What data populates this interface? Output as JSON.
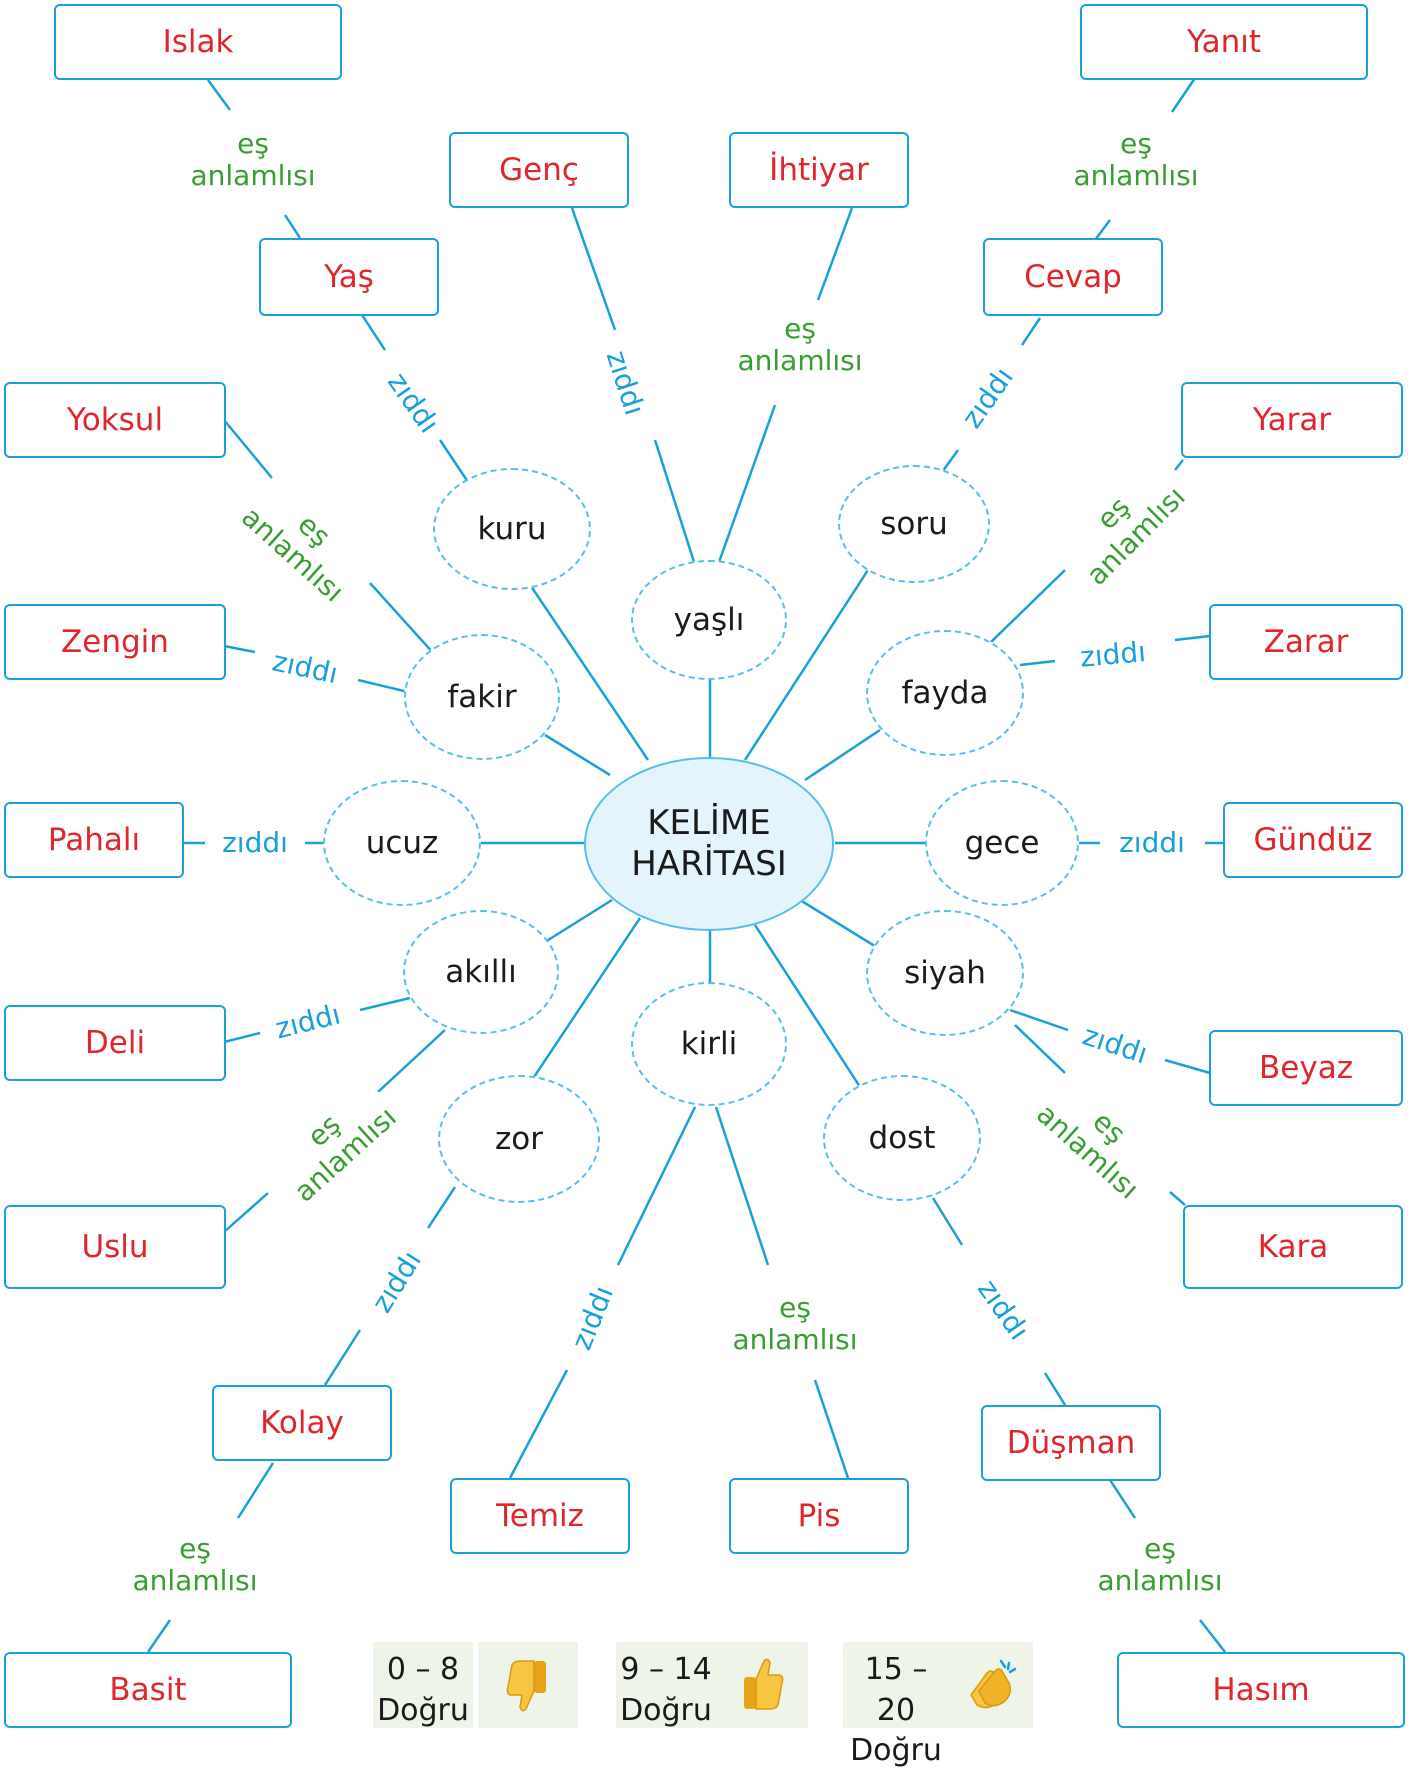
{
  "center": {
    "line1": "KELİME",
    "line2": "HARİTASI"
  },
  "ovals": {
    "kuru": "kuru",
    "yasli": "yaşlı",
    "soru": "soru",
    "fakir": "fakir",
    "fayda": "fayda",
    "ucuz": "ucuz",
    "gece": "gece",
    "akilli": "akıllı",
    "siyah": "siyah",
    "kirli": "kirli",
    "zor": "zor",
    "dost": "dost"
  },
  "boxes": {
    "islak": "Islak",
    "yas": "Yaş",
    "genc": "Genç",
    "ihtiyar": "İhtiyar",
    "cevap": "Cevap",
    "yanit": "Yanıt",
    "yoksul": "Yoksul",
    "yarar": "Yarar",
    "zengin": "Zengin",
    "zarar": "Zarar",
    "pahali": "Pahalı",
    "gunduz": "Gündüz",
    "deli": "Deli",
    "beyaz": "Beyaz",
    "uslu": "Uslu",
    "kara": "Kara",
    "kolay": "Kolay",
    "temiz": "Temiz",
    "pis": "Pis",
    "dusman": "Düşman",
    "basit": "Basit",
    "hasim": "Hasım"
  },
  "relations": {
    "synonym_line1": "eş",
    "synonym_line2": "anlamlısı",
    "antonym": "zıddı"
  },
  "scores": [
    {
      "range": "0 – 8",
      "label": "Doğru",
      "icon": "thumbs-down-icon"
    },
    {
      "range": "9 – 14",
      "label": "Doğru",
      "icon": "thumbs-up-icon"
    },
    {
      "range": "15 – 20",
      "label": "Doğru",
      "icon": "clapping-hands-icon"
    }
  ],
  "colors": {
    "line": "#1aa0d8",
    "box_text": "#e0262b",
    "synonym": "#3a9d34",
    "antonym": "#1aa0d8",
    "center_fill": "#e4f4fd",
    "score_bg": "#eef4e8"
  }
}
